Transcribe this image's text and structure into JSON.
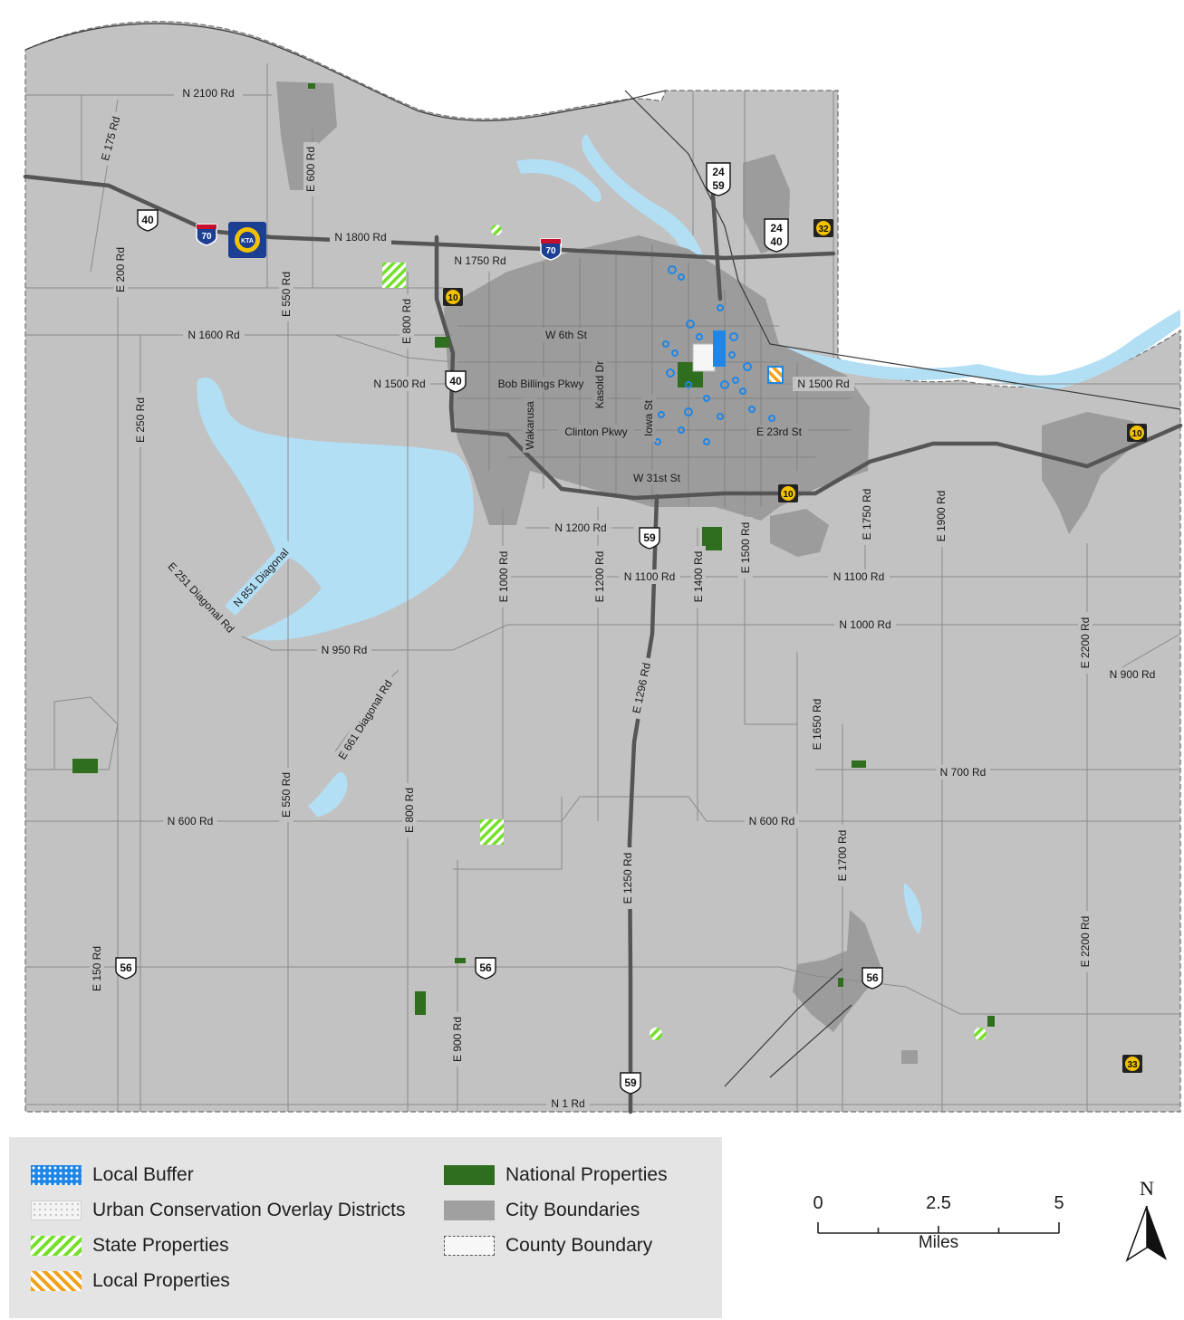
{
  "map": {
    "roads": {
      "n2100": "N 2100 Rd",
      "e175": "E 175 Rd",
      "e600n": "E 600 Rd",
      "n1800": "N 1800 Rd",
      "n1750": "N 1750 Rd",
      "e200": "E 200 Rd",
      "e550n": "E 550 Rd",
      "e800n": "E 800 Rd",
      "n1600": "N 1600 Rd",
      "w6th": "W 6th St",
      "n1500w": "N 1500 Rd",
      "bob": "Bob Billings Pkwy",
      "kasold": "Kasold Dr",
      "n1500e": "N 1500 Rd",
      "e250": "E 250 Rd",
      "wakarusa": "Wakarusa",
      "iowa": "Iowa St",
      "clinton": "Clinton Pkwy",
      "e23rd": "E 23rd St",
      "w31st": "W 31st St",
      "n1200": "N 1200 Rd",
      "e1000": "E 1000 Rd",
      "e1200": "E 1200 Rd",
      "n1100w": "N 1100 Rd",
      "e1400": "E 1400 Rd",
      "e1500": "E 1500 Rd",
      "e1750": "E 1750 Rd",
      "e1900": "E 1900 Rd",
      "n1100e": "N 1100 Rd",
      "e251": "E 251 Diagonal Rd",
      "n851": "N 851 Diagonal",
      "n1000": "N 1000 Rd",
      "e2200n": "E 2200 Rd",
      "n950": "N 950 Rd",
      "e1296": "E 1296 Rd",
      "n900": "N 900 Rd",
      "e661": "E 661 Diagonal Rd",
      "e1650": "E 1650 Rd",
      "n700": "N 700 Rd",
      "e550s": "E 550 Rd",
      "e800s": "E 800 Rd",
      "n600w": "N 600 Rd",
      "n600e": "N 600 Rd",
      "e1700": "E 1700 Rd",
      "e1250": "E 1250 Rd",
      "e2200s": "E 2200 Rd",
      "e150": "E 150 Rd",
      "e900": "E 900 Rd",
      "n1": "N 1 Rd"
    },
    "shields": {
      "i70w": "70",
      "i70e": "70",
      "us40w": "40",
      "us40c": "40",
      "us24a": "24",
      "us59a": "59",
      "us24b": "24",
      "us40b": "40",
      "k32": "32",
      "k10a": "10",
      "k10b": "10",
      "k10c": "10",
      "us59b": "59",
      "us59c": "59",
      "us56a": "56",
      "us56b": "56",
      "us56c": "56",
      "k33": "33",
      "turnpike": "KTA"
    }
  },
  "legend": {
    "local_buffer": "Local Buffer",
    "ucod": "Urban Conservation Overlay Districts",
    "state": "State Properties",
    "local_props": "Local Properties",
    "national": "National Properties",
    "city": "City Boundaries",
    "county": "County Boundary"
  },
  "scale": {
    "t0": "0",
    "t1": "2.5",
    "t2": "5",
    "unit": "Miles"
  },
  "north": {
    "label": "N"
  },
  "colors": {
    "land": "#c2c2c2",
    "water": "#b3dff5",
    "city": "#9c9c9c",
    "national": "#2e6e1e",
    "state": "#74e02a",
    "local_buffer": "#1f86e6",
    "local_props": "#f2a11b",
    "highway": "#555555",
    "k_shield": "#f2c200"
  }
}
